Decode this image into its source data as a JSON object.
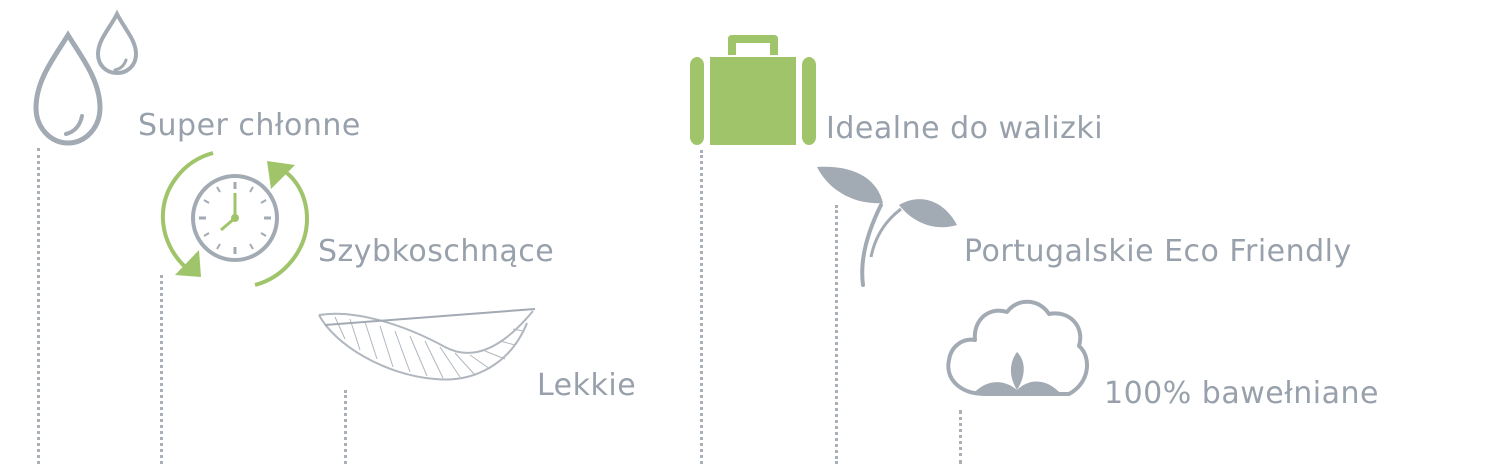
{
  "features": [
    {
      "label": "Super chłonne",
      "icon": "water-drops-icon"
    },
    {
      "label": "Szybkoschnące",
      "icon": "clock-arrows-icon"
    },
    {
      "label": "Lekkie",
      "icon": "feather-icon"
    },
    {
      "label": "Idealne do walizki",
      "icon": "suitcase-icon"
    },
    {
      "label": "Portugalskie Eco Friendly",
      "icon": "sprout-icon"
    },
    {
      "label": "100% bawełniane",
      "icon": "cotton-flower-icon"
    }
  ],
  "colors": {
    "gray": "#98a1ab",
    "green": "#a0c46a",
    "text": "#98a1ab"
  }
}
